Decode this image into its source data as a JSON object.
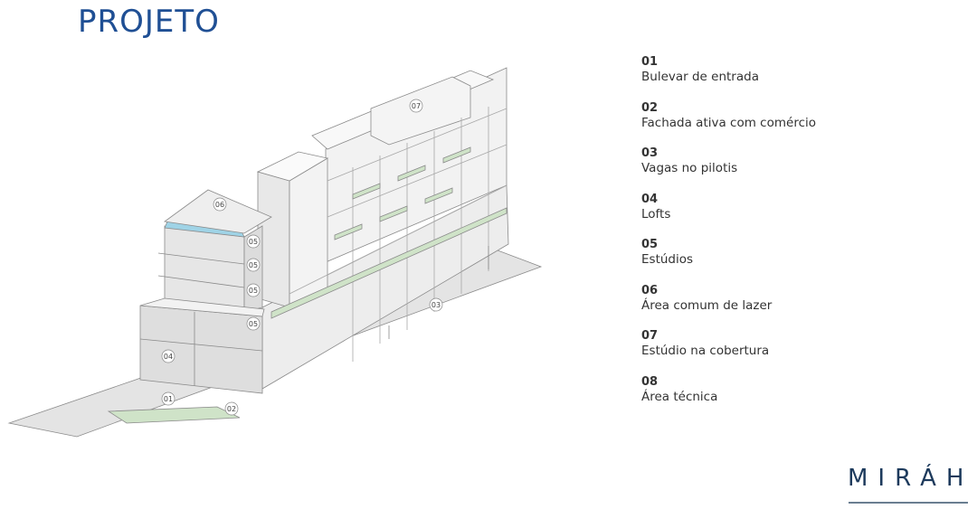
{
  "title": "PROJETO",
  "legend": [
    {
      "num": "01",
      "label": "Bulevar de entrada"
    },
    {
      "num": "02",
      "label": "Fachada ativa com comércio"
    },
    {
      "num": "03",
      "label": "Vagas no pilotis"
    },
    {
      "num": "04",
      "label": "Lofts"
    },
    {
      "num": "05",
      "label": "Estúdios"
    },
    {
      "num": "06",
      "label": "Área comum de lazer"
    },
    {
      "num": "07",
      "label": "Estúdio na cobertura"
    },
    {
      "num": "08",
      "label": "Área técnica"
    }
  ],
  "markers": {
    "m01": "01",
    "m02": "02",
    "m03": "03",
    "m04": "04",
    "m05a": "05",
    "m05b": "05",
    "m05c": "05",
    "m05d": "05",
    "m06": "06",
    "m07": "07"
  },
  "brand": "MIRÁH",
  "colors": {
    "title": "#1f4f94",
    "brand": "#1d3a5c"
  }
}
